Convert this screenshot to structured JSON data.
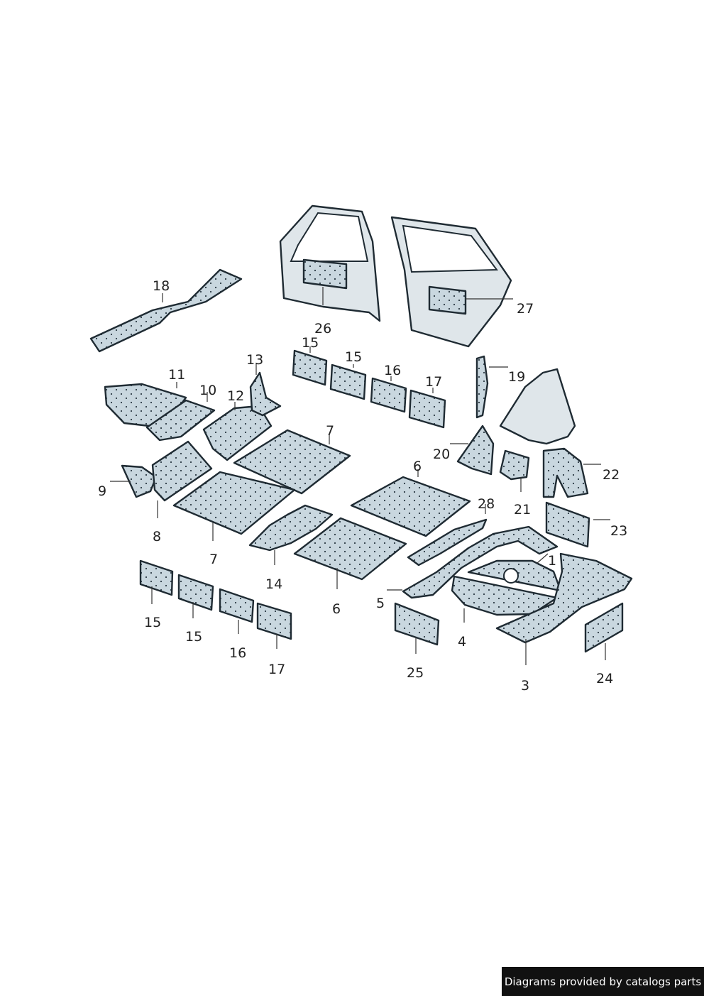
{
  "callouts": {
    "c1": "1",
    "c3": "3",
    "c4": "4",
    "c5": "5",
    "c6a": "6",
    "c6b": "6",
    "c7a": "7",
    "c7b": "7",
    "c8": "8",
    "c9": "9",
    "c10": "10",
    "c11": "11",
    "c12": "12",
    "c13": "13",
    "c14": "14",
    "c15a": "15",
    "c15b": "15",
    "c15c": "15",
    "c15d": "15",
    "c16a": "16",
    "c16b": "16",
    "c17a": "17",
    "c17b": "17",
    "c18": "18",
    "c19": "19",
    "c20": "20",
    "c21": "21",
    "c22": "22",
    "c23": "23",
    "c24": "24",
    "c25": "25",
    "c26": "26",
    "c27": "27",
    "c28": "28"
  },
  "credit": "Diagrams provided by catalogs parts",
  "colors": {
    "part_fill": "#c9d7df",
    "part_outline": "#1f2b33",
    "dot": "#2b3a44",
    "banner": "#111111"
  }
}
